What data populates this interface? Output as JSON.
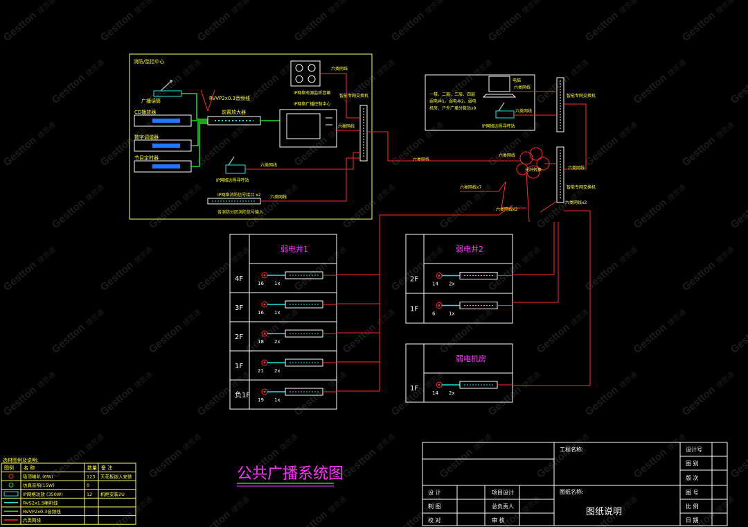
{
  "watermark": {
    "brand": "Gestton",
    "cn": "捷思通"
  },
  "title": "公共广播系统图",
  "control_room": {
    "label": "消防/监控中心",
    "broadcast_mic": "广播话筒",
    "cd_player": "CD播放器",
    "digital_tuner": "数字调谐器",
    "program_timer": "节目定时器",
    "cable_label": "RVVP2x0.3音频线",
    "pre_amp": "前置放大器",
    "speaker_label": "IP网络有源监听音箱",
    "control_center": "IP网络广播控制中心",
    "paging_mic": "IP网络远程寻呼站",
    "fire_interface": "IP网络消防信号接口 x2",
    "fire_input": "各消防分区消防信号输入",
    "switch": "智能专网交换机",
    "cat6_a": "六类网线",
    "cat6_b": "六类网线",
    "cat6_c": "六类网线",
    "cat6_d": "六类网线",
    "cat6_e": "六类网线"
  },
  "remote_room": {
    "pc": "电脑",
    "desc_line1": "一楼、二层、三层、四层",
    "desc_line2": "弱电井1、弱电井2、弱电",
    "desc_line3": "机房、户外广播分数站x9",
    "paging": "IP网络远程寻呼站",
    "switch_top": "智能专网交换机",
    "switch_bottom": "智能专网交换机",
    "fiber": "光纤转换",
    "cat6_1": "六类网线",
    "cat6_2": "六类网线",
    "cat6_3": "六类网线",
    "cat6_4": "六类网线",
    "cat6_x7": "六类网线x7",
    "cat6_x3": "六类网线x3",
    "cat6_x2": "六类网线x2"
  },
  "shaft1": {
    "title": "弱电井1",
    "floors": [
      {
        "floor": "4F",
        "count": "16",
        "amp": "1x"
      },
      {
        "floor": "3F",
        "count": "16",
        "amp": "1x"
      },
      {
        "floor": "2F",
        "count": "18",
        "amp": "2x"
      },
      {
        "floor": "1F",
        "count": "21",
        "amp": "2x"
      },
      {
        "floor": "负1F",
        "count": "19",
        "amp": "1x"
      }
    ]
  },
  "shaft2": {
    "title": "弱电井2",
    "floors": [
      {
        "floor": "2F",
        "count": "14",
        "amp": "2x"
      },
      {
        "floor": "1F",
        "count": "6",
        "amp": "1x"
      }
    ]
  },
  "machine_room": {
    "title": "弱电机房",
    "floors": [
      {
        "floor": "1F",
        "count": "14",
        "amp": "2x"
      }
    ]
  },
  "legend": {
    "heading": "选材图例及说明:",
    "headers": [
      "图例",
      "名 称",
      "数量",
      "备 注"
    ],
    "rows": [
      {
        "name": "吸顶喇叭 (6W)",
        "qty": "123",
        "note": "天花板嵌入安装"
      },
      {
        "name": "仿真音响(15W)",
        "qty": "0",
        "note": ""
      },
      {
        "name": "IP网络功放 (350W)",
        "qty": "12",
        "note": "机柜安装2U"
      },
      {
        "name": "RVS2x1.5喇叭线",
        "qty": "",
        "note": ""
      },
      {
        "name": "RVVP2x0.3音频线",
        "qty": "",
        "note": ""
      },
      {
        "name": "六类网线",
        "qty": "",
        "note": ""
      }
    ]
  },
  "title_block": {
    "project_name": "工程名称:",
    "drawing_name": "图纸名称:",
    "drawing_desc": "图纸说明",
    "design_no": "设计号",
    "category": "图 别",
    "version": "版 次",
    "drawing_no": "图 号",
    "scale": "比 例",
    "date": "日 期",
    "design": "设 计",
    "project_design": "项目设计",
    "drafting": "制 图",
    "chief": "总负责人",
    "check": "校 对",
    "review": "审 核"
  },
  "colors": {
    "frame": "#ffff66",
    "cable_red": "#ff2a2a",
    "audio_green": "#22dd22",
    "text_yellow": "#ffff33",
    "cyan": "#22e5e5",
    "title_magenta": "#ff33ff",
    "grid_white": "#ffffff"
  }
}
